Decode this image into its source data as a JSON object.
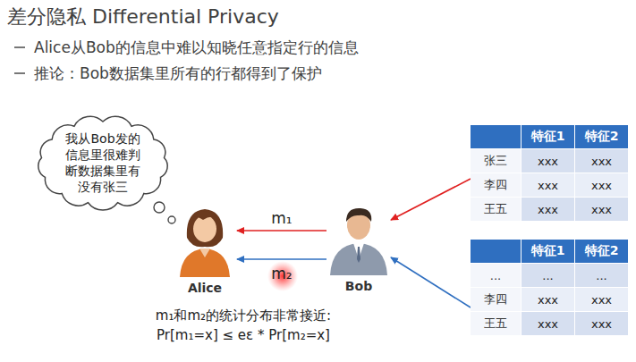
{
  "diagram": {
    "title": "差分隐私 Differential Privacy",
    "nodes": [
      {
        "text": [
          "我从Bob发的信息里很难判断数据集里有没有张三"
        ]
      },
      {
        "text": [
          "特征1",
          "特征2",
          "张三",
          "xxx",
          "xxx",
          "李四",
          "xxx",
          "xxx",
          "王五",
          "xxx",
          "xxx"
        ]
      },
      {
        "text": [
          "Alice"
        ]
      },
      {
        "text": [
          "Bob"
        ]
      },
      {
        "text": [
          "特征1",
          "特征2",
          "...",
          "...",
          "...",
          "李四",
          "xxx",
          "xxx",
          "王五",
          "xxx",
          "xxx"
        ]
      }
    ],
    "edges": [
      {
        "from": 3,
        "to": 2,
        "label": "m₁",
        "arrow": "to"
      },
      {
        "from": 3,
        "to": 2,
        "label": "m₂",
        "arrow": "to"
      },
      {
        "from": 1,
        "to": 3,
        "arrow": "to"
      },
      {
        "from": 4,
        "to": 3,
        "arrow": "to"
      }
    ],
    "labels": [
      "Alice从Bob的信息中难以知晓任意指定行的信息",
      "推论：Bob数据集里所有的行都得到了保护",
      "m₁和m₂的统计分布非常接近:",
      "Pr[m₁=x] ≤ eε * Pr[m₂=x]"
    ]
  }
}
